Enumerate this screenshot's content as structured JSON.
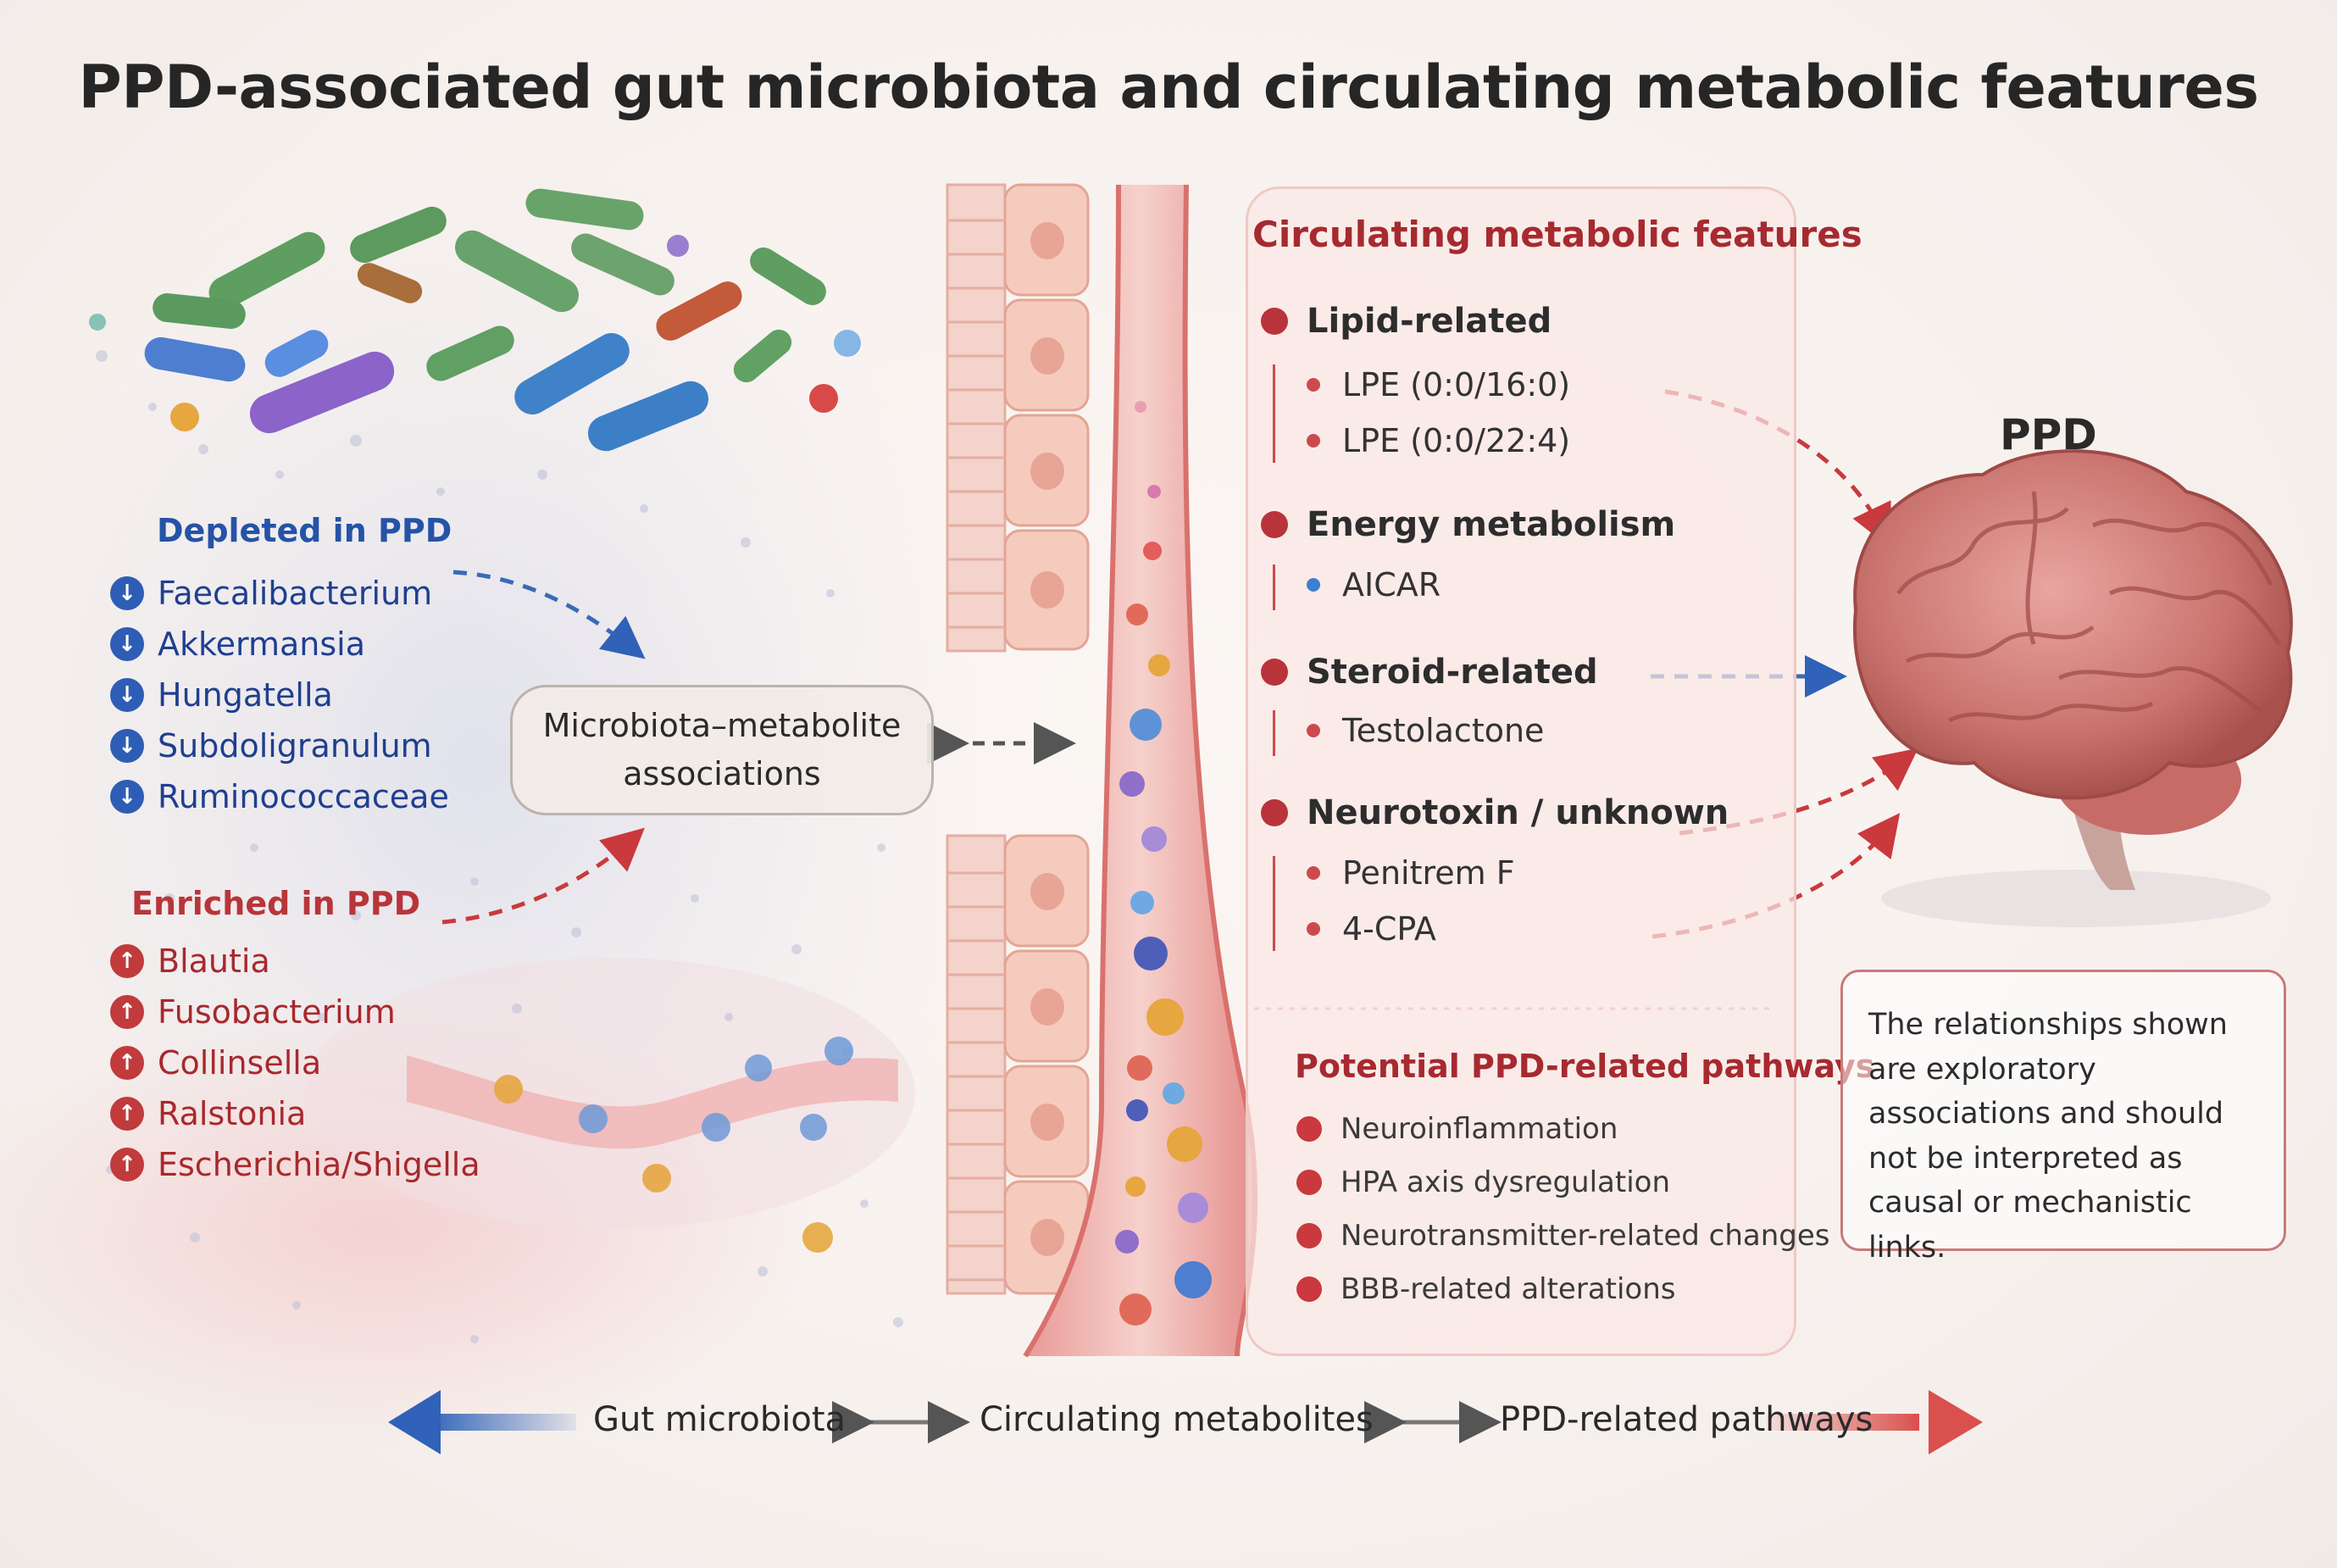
{
  "title": "PPD-associated gut microbiota and circulating metabolic features",
  "depleted": {
    "heading": "Depleted in PPD",
    "taxa": [
      "Faecalibacterium",
      "Akkermansia",
      "Hungatella",
      "Subdoligranulum",
      "Ruminococcaceae"
    ]
  },
  "enriched": {
    "heading": "Enriched in PPD",
    "taxa": [
      "Blautia",
      "Fusobacterium",
      "Collinsella",
      "Ralstonia",
      "Escherichia/Shigella"
    ]
  },
  "association_box": {
    "line1": "Microbiota–metabolite",
    "line2": "associations"
  },
  "features": {
    "title": "Circulating metabolic features",
    "categories": [
      {
        "name": "Lipid-related",
        "items": [
          "LPE (0:0/16:0)",
          "LPE (0:0/22:4)"
        ]
      },
      {
        "name": "Energy metabolism",
        "items": [
          "AICAR"
        ]
      },
      {
        "name": "Steroid-related",
        "items": [
          "Testolactone"
        ]
      },
      {
        "name": "Neurotoxin / unknown",
        "items": [
          "Penitrem F",
          "4-CPA"
        ]
      }
    ]
  },
  "pathways": {
    "title": "Potential PPD-related pathways",
    "items": [
      "Neuroinflammation",
      "HPA axis dysregulation",
      "Neurotransmitter-related changes",
      "BBB-related alterations"
    ]
  },
  "outcome_label": "PPD",
  "disclaimer": "The relationships shown are exploratory associations and should not be interpreted as causal or mechanistic links.",
  "flow": {
    "left": "Gut microbiota",
    "middle": "Circulating metabolites",
    "right": "PPD-related pathways"
  },
  "colors": {
    "depleted": "#2e5db5",
    "enriched": "#c13a3c",
    "feature_accent": "#b8343a",
    "energy_item": "#3d7fd0"
  },
  "icons": {
    "depleted_badge": "arrow-down-icon",
    "enriched_badge": "arrow-up-icon",
    "organ": "brain-icon"
  }
}
